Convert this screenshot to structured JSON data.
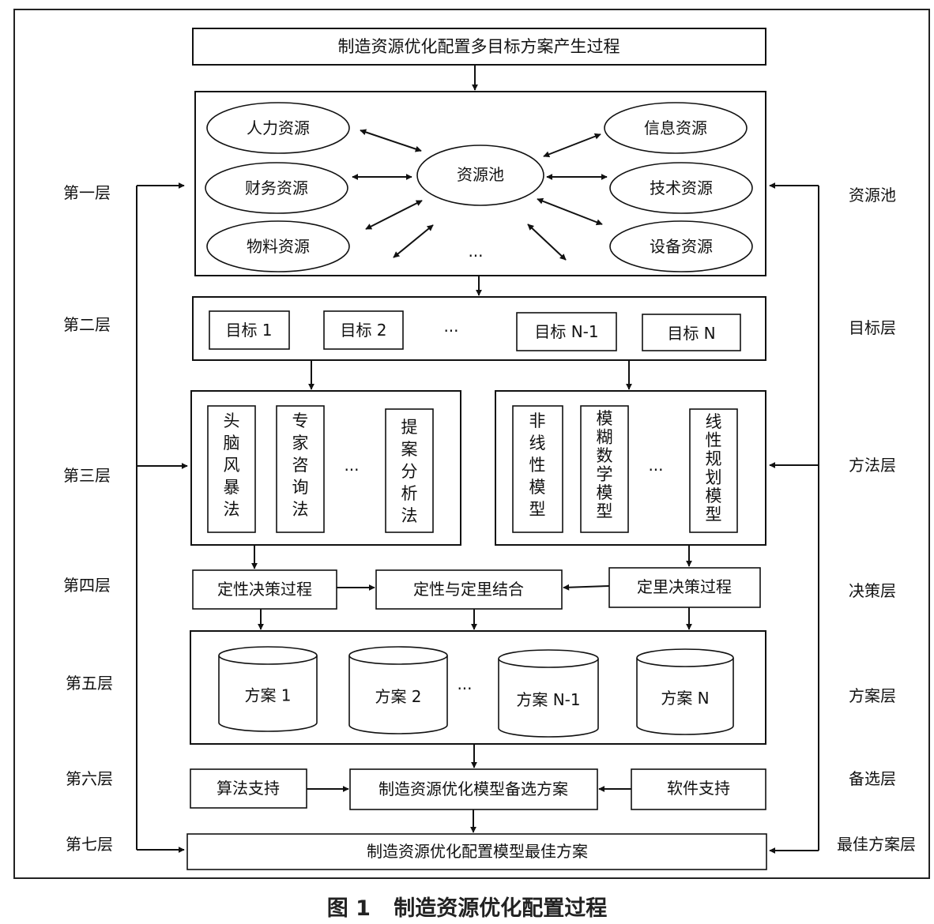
{
  "title": "制造资源优化配置多目标方案产生过程",
  "layers_left": [
    "第一层",
    "第二层",
    "第三层",
    "第四层",
    "第五层",
    "第六层",
    "第七层"
  ],
  "layers_right": [
    "资源池",
    "目标层",
    "方法层",
    "决策层",
    "方案层",
    "备选层",
    "最佳方案层"
  ],
  "resource_pool": {
    "center": "资源池",
    "left": [
      "人力资源",
      "财务资源",
      "物料资源"
    ],
    "right": [
      "信息资源",
      "技术资源",
      "设备资源"
    ],
    "ellipsis": "..."
  },
  "objectives": {
    "items": [
      "目标 1",
      "目标 2",
      "目标 N-1",
      "目标 N"
    ],
    "ellipsis": "..."
  },
  "methods": {
    "qualitative": [
      "头脑风暴法",
      "专家咨询法",
      "提案分析法"
    ],
    "quantitative": [
      "非线性模型",
      "模糊数学模型",
      "线性规划模型"
    ],
    "ellipsis": "..."
  },
  "decision": {
    "qualitative": "定性决策过程",
    "combined": "定性与定里结合",
    "quantitative": "定里决策过程"
  },
  "plans": {
    "items": [
      "方案 1",
      "方案 2",
      "方案 N-1",
      "方案 N"
    ],
    "ellipsis": "..."
  },
  "alternatives": {
    "algorithm": "算法支持",
    "candidate": "制造资源优化模型备选方案",
    "software": "软件支持"
  },
  "best": "制造资源优化配置模型最佳方案",
  "caption": {
    "figure": "图 1",
    "title": "制造资源优化配置过程"
  }
}
